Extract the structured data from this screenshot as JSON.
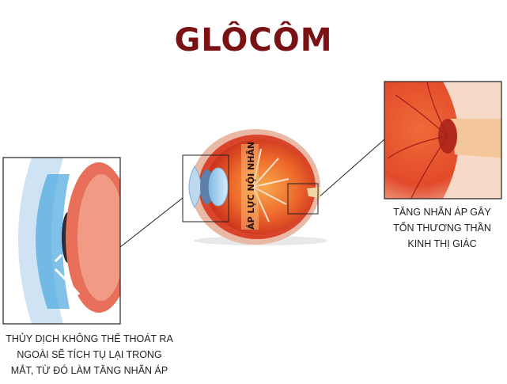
{
  "title": "GLÔCÔM",
  "center_label": "ÁP LỰC NỘI NHÃN",
  "caption_left": [
    "THỦY DỊCH KHÔNG THỂ THOÁT RA",
    "NGOÀI SẼ TÍCH TỤ LẠI TRONG",
    "MẮT, TỪ ĐÓ LÀM TĂNG NHÃN ÁP"
  ],
  "caption_right": [
    "TĂNG NHÃN ÁP GÂY",
    "TỔN THƯƠNG THẦN",
    "KINH THỊ GIÁC"
  ],
  "colors": {
    "title": "#7a1215",
    "retina": "#e04a2a",
    "sclera": "#f3d6c8",
    "fluid": "#4aa6e0"
  }
}
